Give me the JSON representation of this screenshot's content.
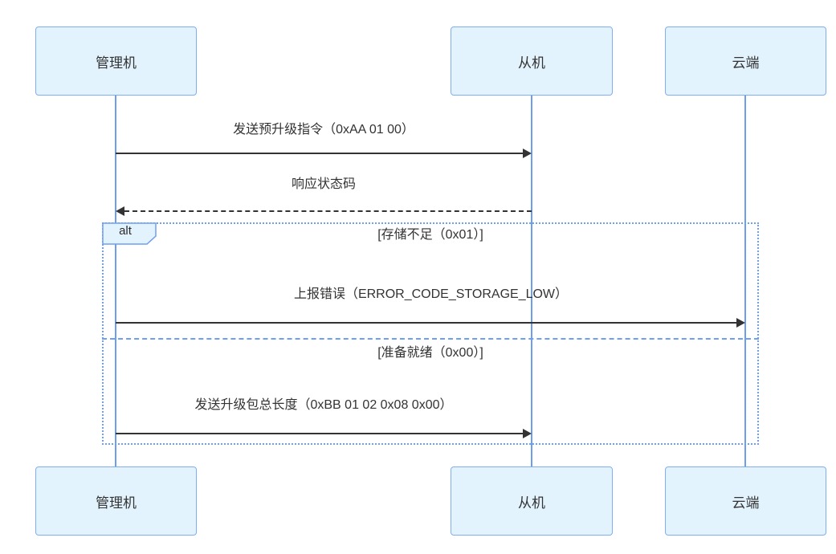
{
  "diagram": {
    "type": "sequence-diagram",
    "actors": [
      {
        "name": "管理机"
      },
      {
        "name": "从机"
      },
      {
        "name": "云端"
      }
    ],
    "messages": [
      {
        "from": "管理机",
        "to": "从机",
        "label": "发送预升级指令（0xAA 01 00）",
        "line": "solid"
      },
      {
        "from": "从机",
        "to": "管理机",
        "label": "响应状态码",
        "line": "dashed"
      },
      {
        "from": "管理机",
        "to": "云端",
        "label": "上报错误（ERROR_CODE_STORAGE_LOW）",
        "line": "solid"
      },
      {
        "from": "管理机",
        "to": "从机",
        "label": "发送升级包总长度（0xBB 01 02 0x08 0x00）",
        "line": "solid"
      }
    ],
    "alt_frame": {
      "label": "alt",
      "branches": [
        {
          "condition": "[存储不足（0x01）]"
        },
        {
          "condition": "[准备就绪（0x00）]"
        }
      ]
    },
    "colors": {
      "actor_fill": "#e3f3fd",
      "actor_border": "#7faef5",
      "lifeline": "#6d9eeb",
      "frame_border": "#6f9ff0",
      "arrow": "#333333",
      "text": "#333333"
    }
  }
}
